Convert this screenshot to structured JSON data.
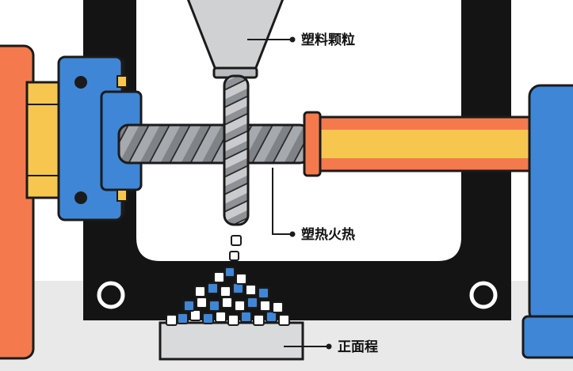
{
  "labels": {
    "hopper": "塑料颗粒",
    "heater": "塑热火热",
    "product": "正面程"
  },
  "colors": {
    "frame": "#111111",
    "orange_block": "#f47a4d",
    "yellow": "#f7c64e",
    "blue": "#3f86d6",
    "green": "#59b26a",
    "hopper_gray": "#cfd1d3",
    "screw_gray": "#9b9ea2",
    "floor": "#e9e9ea",
    "tray": "#d9dadb"
  }
}
